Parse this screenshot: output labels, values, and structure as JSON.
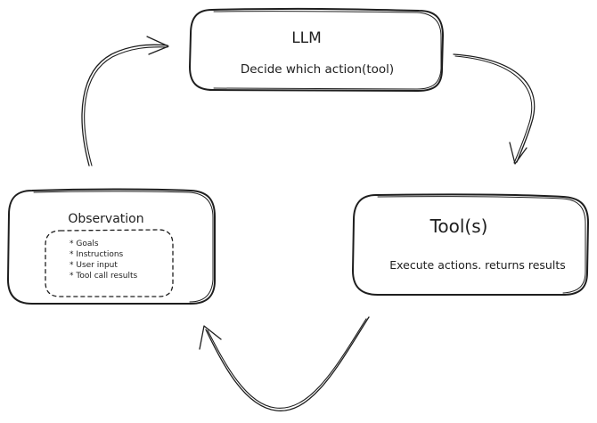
{
  "nodes": {
    "llm": {
      "title": "LLM",
      "subtitle": "Decide which action(tool)"
    },
    "tools": {
      "title": "Tool(s)",
      "subtitle": "Execute actions. returns results"
    },
    "observation": {
      "title": "Observation",
      "items": [
        "* Goals",
        "* Instructions",
        "* User input",
        "* Tool call results"
      ]
    }
  },
  "colors": {
    "stroke": "#1e1e1e",
    "background": "#ffffff"
  }
}
